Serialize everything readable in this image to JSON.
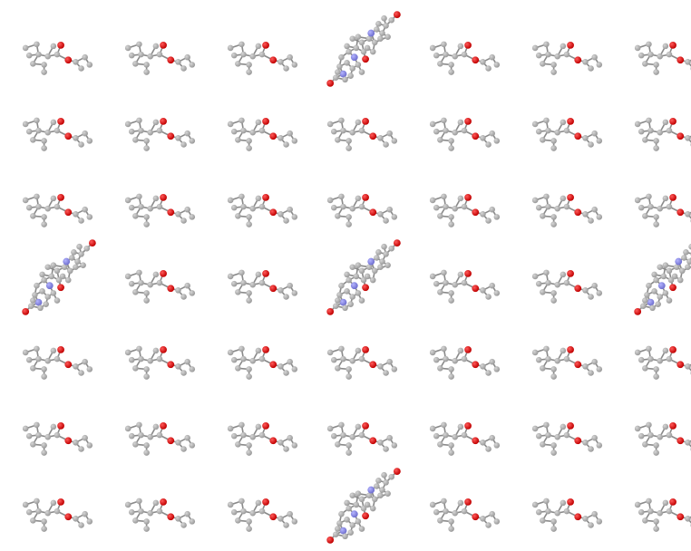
{
  "grid": {
    "columns": 7,
    "rows": 7,
    "cells": [
      [
        "ester",
        "ester",
        "ester",
        "large",
        "ester",
        "ester",
        "ester"
      ],
      [
        "ester",
        "ester",
        "ester",
        "ester",
        "ester",
        "ester",
        "ester"
      ],
      [
        "ester",
        "ester",
        "ester",
        "ester",
        "ester",
        "ester",
        "ester"
      ],
      [
        "large",
        "ester",
        "ester",
        "large",
        "ester",
        "ester",
        "large"
      ],
      [
        "ester",
        "ester",
        "ester",
        "ester",
        "ester",
        "ester",
        "ester"
      ],
      [
        "ester",
        "ester",
        "ester",
        "ester",
        "ester",
        "ester",
        "ester"
      ],
      [
        "ester",
        "ester",
        "ester",
        "large",
        "ester",
        "ester",
        "ester"
      ]
    ]
  },
  "colors": {
    "background": "#ffffff",
    "carbon": "#9a9a9a",
    "carbon_highlight": "#d6d6d6",
    "oxygen": "#c00000",
    "oxygen_highlight": "#ff5a5a",
    "nitrogen": "#6f6fcf",
    "nitrogen_highlight": "#b4b4ff",
    "bond": "#8a8a8a"
  }
}
